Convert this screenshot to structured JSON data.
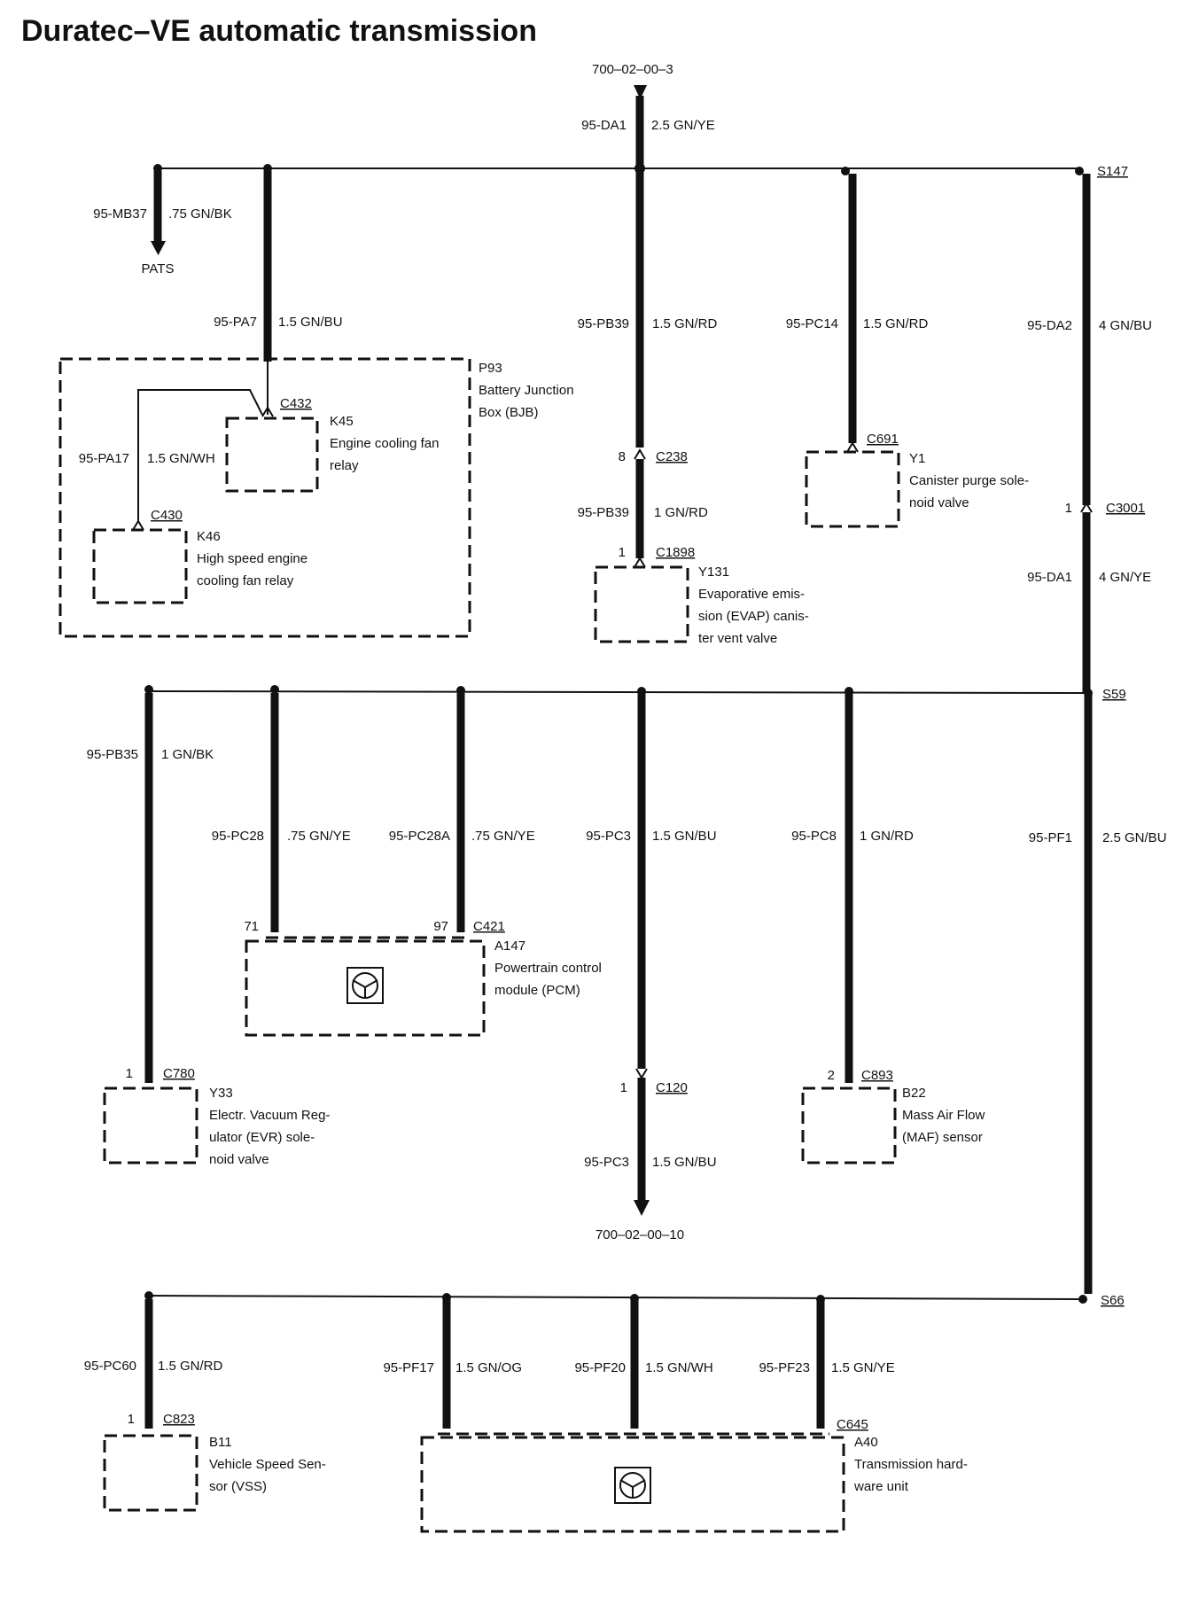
{
  "title": "Duratec–VE automatic transmission",
  "refs": {
    "top": "700–02–00–3",
    "bottom": "700–02–00–10",
    "pats": "PATS"
  },
  "splices": {
    "s147": "S147",
    "s59": "S59",
    "s66": "S66"
  },
  "wires": {
    "da1_top": {
      "code": "95-DA1",
      "spec": "2.5 GN/YE"
    },
    "mb37": {
      "code": "95-MB37",
      "spec": ".75 GN/BK"
    },
    "pa7": {
      "code": "95-PA7",
      "spec": "1.5 GN/BU"
    },
    "pb39": {
      "code": "95-PB39",
      "spec": "1.5 GN/RD"
    },
    "pc14": {
      "code": "95-PC14",
      "spec": "1.5 GN/RD"
    },
    "da2": {
      "code": "95-DA2",
      "spec": "4 GN/BU"
    },
    "pa17": {
      "code": "95-PA17",
      "spec": "1.5 GN/WH"
    },
    "pb39b": {
      "code": "95-PB39",
      "spec": "1 GN/RD"
    },
    "da1_mid": {
      "code": "95-DA1",
      "spec": "4 GN/YE"
    },
    "pb35": {
      "code": "95-PB35",
      "spec": "1 GN/BK"
    },
    "pc28": {
      "code": "95-PC28",
      "spec": ".75 GN/YE"
    },
    "pc28a": {
      "code": "95-PC28A",
      "spec": ".75 GN/YE"
    },
    "pc3": {
      "code": "95-PC3",
      "spec": "1.5 GN/BU"
    },
    "pc8": {
      "code": "95-PC8",
      "spec": "1 GN/RD"
    },
    "pf1": {
      "code": "95-PF1",
      "spec": "2.5 GN/BU"
    },
    "pc3b": {
      "code": "95-PC3",
      "spec": "1.5 GN/BU"
    },
    "pc60": {
      "code": "95-PC60",
      "spec": "1.5 GN/RD"
    },
    "pf17": {
      "code": "95-PF17",
      "spec": "1.5 GN/OG"
    },
    "pf20": {
      "code": "95-PF20",
      "spec": "1.5 GN/WH"
    },
    "pf23": {
      "code": "95-PF23",
      "spec": "1.5 GN/YE"
    }
  },
  "connectors": {
    "c432": "C432",
    "c430": "C430",
    "c238": "C238",
    "c238_pin": "8",
    "c1898": "C1898",
    "c1898_pin": "1",
    "c691": "C691",
    "c3001": "C3001",
    "c3001_pin": "1",
    "c421": "C421",
    "c421_pin1": "71",
    "c421_pin2": "97",
    "c780": "C780",
    "c780_pin": "1",
    "c120": "C120",
    "c120_pin": "1",
    "c893": "C893",
    "c893_pin": "2",
    "c823": "C823",
    "c823_pin": "1",
    "c645": "C645"
  },
  "components": {
    "p93": {
      "id": "P93",
      "l1": "Battery Junction",
      "l2": "Box (BJB)"
    },
    "k45": {
      "id": "K45",
      "l1": "Engine cooling fan",
      "l2": "relay"
    },
    "k46": {
      "id": "K46",
      "l1": "High speed engine",
      "l2": "cooling fan relay"
    },
    "y1": {
      "id": "Y1",
      "l1": "Canister purge sole-",
      "l2": "noid valve"
    },
    "y131": {
      "id": "Y131",
      "l1": "Evaporative emis-",
      "l2": "sion (EVAP) canis-",
      "l3": "ter vent valve"
    },
    "a147": {
      "id": "A147",
      "l1": "Powertrain control",
      "l2": "module (PCM)"
    },
    "y33": {
      "id": "Y33",
      "l1": "Electr. Vacuum Reg-",
      "l2": "ulator (EVR) sole-",
      "l3": "noid valve"
    },
    "b22": {
      "id": "B22",
      "l1": "Mass Air Flow",
      "l2": "(MAF) sensor"
    },
    "b11": {
      "id": "B11",
      "l1": "Vehicle Speed Sen-",
      "l2": "sor (VSS)"
    },
    "a40": {
      "id": "A40",
      "l1": "Transmission hard-",
      "l2": "ware unit"
    }
  }
}
